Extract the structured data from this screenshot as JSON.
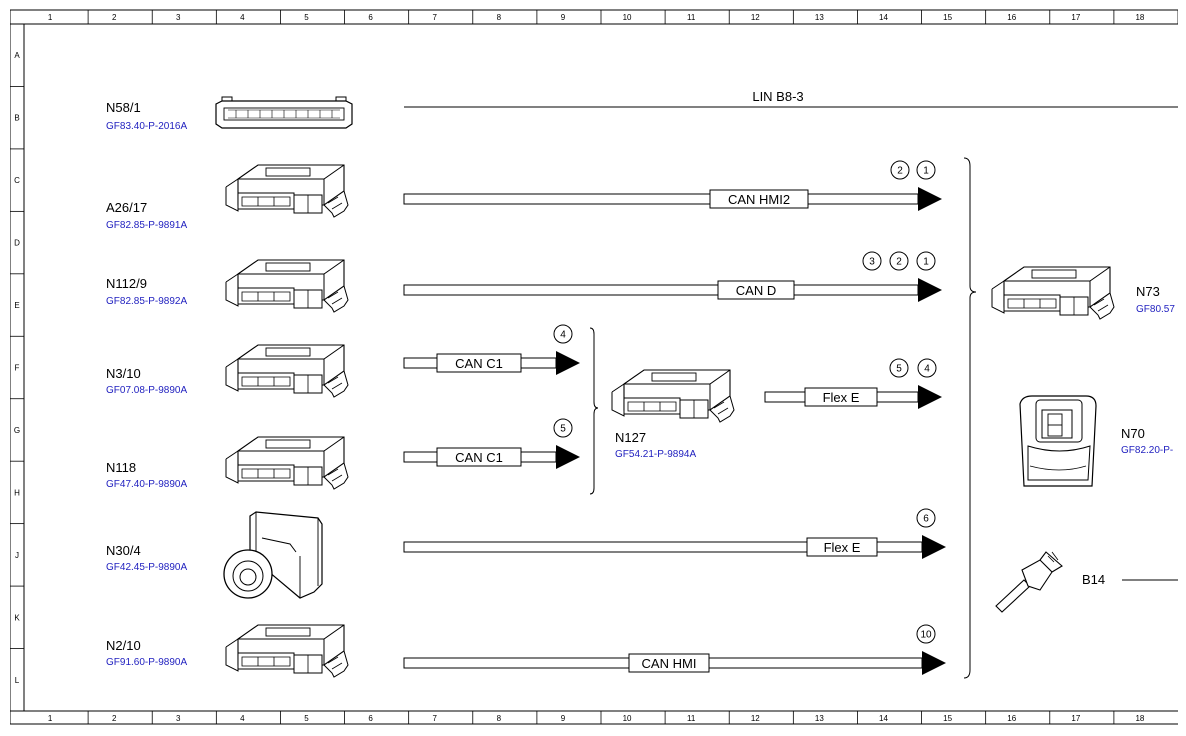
{
  "grid": {
    "columns": [
      "1",
      "2",
      "3",
      "4",
      "5",
      "6",
      "7",
      "8",
      "9",
      "10",
      "11",
      "12",
      "13",
      "14",
      "15",
      "16",
      "17",
      "18"
    ],
    "rows": [
      "A",
      "B",
      "C",
      "D",
      "E",
      "F",
      "G",
      "H",
      "J",
      "K",
      "L"
    ]
  },
  "components": {
    "n58_1": {
      "name": "N58/1",
      "ref": "GF83.40-P-2016A"
    },
    "a26_17": {
      "name": "A26/17",
      "ref": "GF82.85-P-9891A"
    },
    "n112_9": {
      "name": "N112/9",
      "ref": "GF82.85-P-9892A"
    },
    "n3_10": {
      "name": "N3/10",
      "ref": "GF07.08-P-9890A"
    },
    "n118": {
      "name": "N118",
      "ref": "GF47.40-P-9890A"
    },
    "n30_4": {
      "name": "N30/4",
      "ref": "GF42.45-P-9890A"
    },
    "n2_10": {
      "name": "N2/10",
      "ref": "GF91.60-P-9890A"
    },
    "n127": {
      "name": "N127",
      "ref": "GF54.21-P-9894A"
    },
    "n73": {
      "name": "N73",
      "ref": "GF80.57"
    },
    "n70": {
      "name": "N70",
      "ref": "GF82.20-P-"
    },
    "b14": {
      "name": "B14"
    }
  },
  "buses": {
    "lin": "LIN B8-3",
    "can_hmi2": "CAN HMI2",
    "can_d": "CAN D",
    "can_c1_top": "CAN C1",
    "can_c1_bottom": "CAN C1",
    "flex_e_n127": "Flex E",
    "flex_e_n30": "Flex E",
    "can_hmi": "CAN HMI"
  },
  "markers": {
    "can_hmi2": [
      "2",
      "1"
    ],
    "can_d": [
      "3",
      "2",
      "1"
    ],
    "can_c1_top": [
      "4"
    ],
    "can_c1_bottom": [
      "5"
    ],
    "flex_e_n127": [
      "5",
      "4"
    ],
    "flex_e_n30": [
      "6"
    ],
    "can_hmi": [
      "10"
    ]
  }
}
